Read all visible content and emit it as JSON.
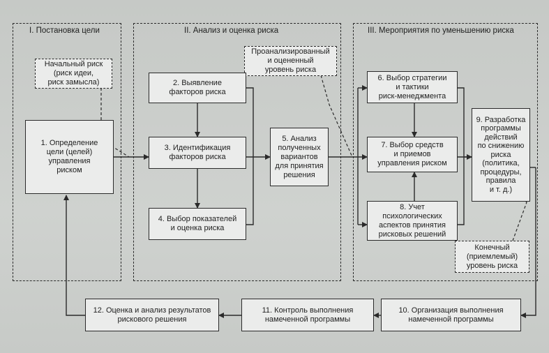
{
  "phases": [
    {
      "title": "I. Постановка цели"
    },
    {
      "title": "II. Анализ и оценка риска"
    },
    {
      "title": "III. Мероприятия по уменьшению риска"
    }
  ],
  "notes": {
    "initial_risk": "Начальный риск\n(риск идеи,\nриск замысла)",
    "analyzed_risk": "Проанализированный\nи оцененный\nуровень риска",
    "final_risk": "Конечный\n(приемлемый)\nуровень риска"
  },
  "steps": {
    "s1": "1. Определение\nцели (целей)\nуправления\nриском",
    "s2": "2. Выявление\nфакторов риска",
    "s3": "3. Идентификация\nфакторов риска",
    "s4": "4. Выбор показателей\nи оценка риска",
    "s5": "5. Анализ\nполученных\nвариантов\nдля принятия\nрешения",
    "s6": "6. Выбор стратегии\nи тактики\nриск-менеджмента",
    "s7": "7. Выбор средств\nи приемов\nуправления риском",
    "s8": "8. Учет\nпсихологических\nаспектов принятия\nрисковых решений",
    "s9": "9. Разработка\nпрограммы\nдействий\nпо снижению\nриска\n(политика,\nпроцедуры,\nправила\nи т. д.)",
    "s10": "10. Организация выполнения\nнамеченной программы",
    "s11": "11. Контроль выполнения\nнамеченной программы",
    "s12": "12. Оценка и анализ результатов\nрискового решения"
  },
  "colors": {
    "line": "#2a2a2a",
    "box_fill": "#ebeceb",
    "background": "#c9ccc9"
  }
}
